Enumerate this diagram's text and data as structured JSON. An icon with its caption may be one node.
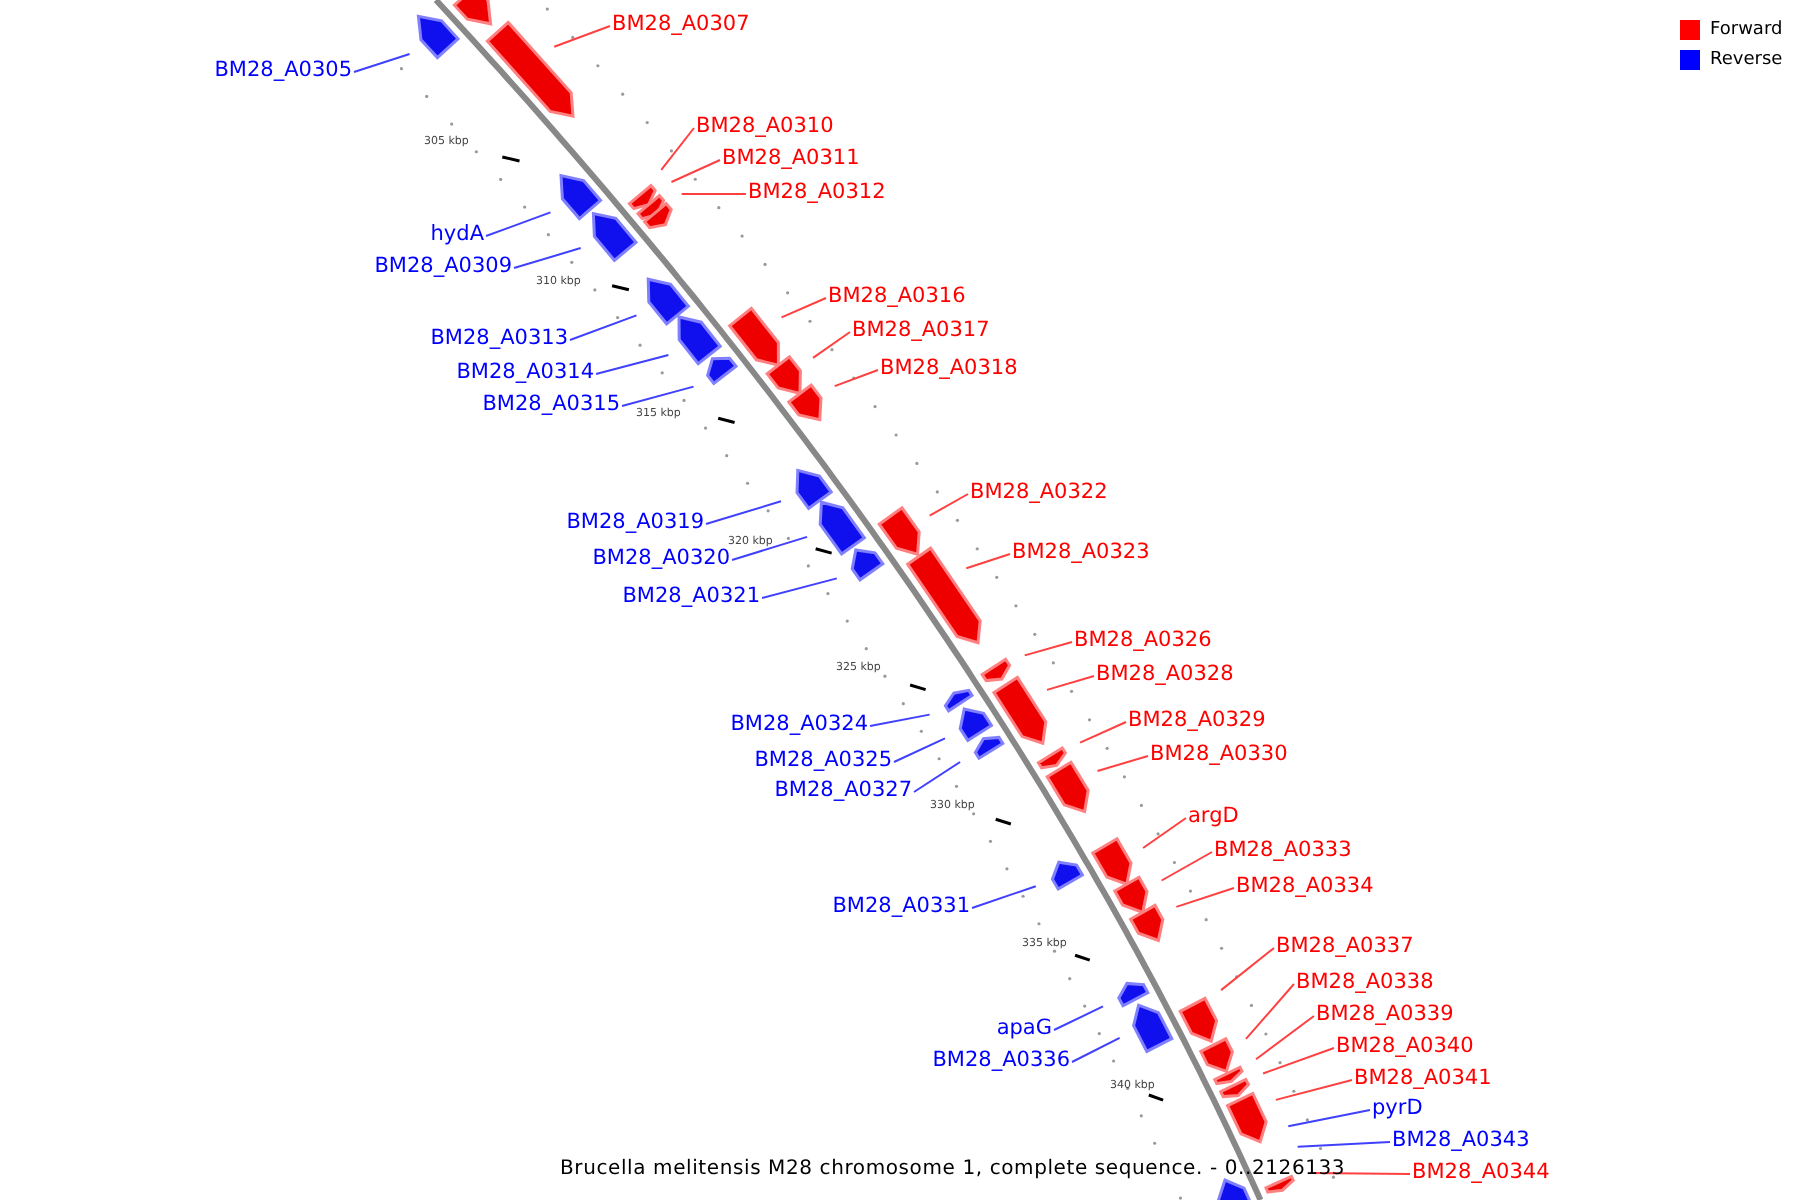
{
  "diagram": {
    "caption": "Brucella melitensis M28 chromosome 1, complete sequence. - 0..2126133",
    "nodes": [
      {
        "text": [
          "BM28_A0307"
        ]
      },
      {
        "text": [
          "BM28_A0305"
        ]
      },
      {
        "text": [
          "BM28_A0310"
        ]
      },
      {
        "text": [
          "BM28_A0311"
        ]
      },
      {
        "text": [
          "BM28_A0312"
        ]
      },
      {
        "text": [
          "hydA"
        ]
      },
      {
        "text": [
          "BM28_A0309"
        ]
      },
      {
        "text": [
          "BM28_A0316"
        ]
      },
      {
        "text": [
          "BM28_A0317"
        ]
      },
      {
        "text": [
          "BM28_A0313"
        ]
      },
      {
        "text": [
          "BM28_A0318"
        ]
      },
      {
        "text": [
          "BM28_A0314"
        ]
      },
      {
        "text": [
          "BM28_A0315"
        ]
      },
      {
        "text": [
          "BM28_A0322"
        ]
      },
      {
        "text": [
          "BM28_A0319"
        ]
      },
      {
        "text": [
          "BM28_A0323"
        ]
      },
      {
        "text": [
          "BM28_A0320"
        ]
      },
      {
        "text": [
          "BM28_A0321"
        ]
      },
      {
        "text": [
          "BM28_A0326"
        ]
      },
      {
        "text": [
          "BM28_A0328"
        ]
      },
      {
        "text": [
          "BM28_A0329"
        ]
      },
      {
        "text": [
          "BM28_A0324"
        ]
      },
      {
        "text": [
          "BM28_A0330"
        ]
      },
      {
        "text": [
          "BM28_A0325"
        ]
      },
      {
        "text": [
          "BM28_A0327"
        ]
      },
      {
        "text": [
          "argD"
        ]
      },
      {
        "text": [
          "BM28_A0333"
        ]
      },
      {
        "text": [
          "BM28_A0334"
        ]
      },
      {
        "text": [
          "BM28_A0331"
        ]
      },
      {
        "text": [
          "BM28_A0337"
        ]
      },
      {
        "text": [
          "BM28_A0338"
        ]
      },
      {
        "text": [
          "BM28_A0339"
        ]
      },
      {
        "text": [
          "apaG"
        ]
      },
      {
        "text": [
          "BM28_A0340"
        ]
      },
      {
        "text": [
          "BM28_A0336"
        ]
      },
      {
        "text": [
          "BM28_A0341"
        ]
      },
      {
        "text": [
          "pyrD"
        ]
      },
      {
        "text": [
          "BM28_A0343"
        ]
      },
      {
        "text": [
          "BM28_A0344"
        ]
      }
    ],
    "edges": [
      {
        "from": 0,
        "to": null,
        "arrow": "none"
      },
      {
        "from": 1,
        "to": null,
        "arrow": "none",
        "color": "#4040ff"
      },
      {
        "from": 2,
        "to": null,
        "arrow": "none"
      },
      {
        "from": 3,
        "to": null,
        "arrow": "none"
      },
      {
        "from": 4,
        "to": null,
        "arrow": "none"
      },
      {
        "from": 5,
        "to": null,
        "arrow": "none",
        "color": "#4040ff"
      },
      {
        "from": 6,
        "to": null,
        "arrow": "none",
        "color": "#4040ff"
      },
      {
        "from": 7,
        "to": null,
        "arrow": "none"
      },
      {
        "from": 8,
        "to": null,
        "arrow": "none"
      },
      {
        "from": 9,
        "to": null,
        "arrow": "none",
        "color": "#4040ff"
      },
      {
        "from": 10,
        "to": null,
        "arrow": "none"
      },
      {
        "from": 11,
        "to": null,
        "arrow": "none",
        "color": "#4040ff"
      },
      {
        "from": 12,
        "to": null,
        "arrow": "none",
        "color": "#4040ff"
      },
      {
        "from": 13,
        "to": null,
        "arrow": "none"
      },
      {
        "from": 14,
        "to": null,
        "arrow": "none",
        "color": "#4040ff"
      },
      {
        "from": 15,
        "to": null,
        "arrow": "none"
      },
      {
        "from": 16,
        "to": null,
        "arrow": "none",
        "color": "#4040ff"
      },
      {
        "from": 17,
        "to": null,
        "arrow": "none",
        "color": "#4040ff"
      },
      {
        "from": 18,
        "to": null,
        "arrow": "none"
      },
      {
        "from": 19,
        "to": null,
        "arrow": "none"
      },
      {
        "from": 20,
        "to": null,
        "arrow": "none"
      },
      {
        "from": 21,
        "to": null,
        "arrow": "none",
        "color": "#4040ff"
      },
      {
        "from": 22,
        "to": null,
        "arrow": "none"
      },
      {
        "from": 23,
        "to": null,
        "arrow": "none",
        "color": "#4040ff"
      },
      {
        "from": 24,
        "to": null,
        "arrow": "none",
        "color": "#4040ff"
      },
      {
        "from": 25,
        "to": null,
        "arrow": "none"
      },
      {
        "from": 26,
        "to": null,
        "arrow": "none"
      },
      {
        "from": 27,
        "to": null,
        "arrow": "none"
      },
      {
        "from": 28,
        "to": null,
        "arrow": "none",
        "color": "#4040ff"
      },
      {
        "from": 29,
        "to": null,
        "arrow": "none"
      },
      {
        "from": 30,
        "to": null,
        "arrow": "none"
      },
      {
        "from": 31,
        "to": null,
        "arrow": "none"
      },
      {
        "from": 32,
        "to": null,
        "arrow": "none",
        "color": "#4040ff"
      },
      {
        "from": 33,
        "to": null,
        "arrow": "none"
      },
      {
        "from": 34,
        "to": null,
        "arrow": "none",
        "color": "#4040ff"
      },
      {
        "from": 35,
        "to": null,
        "arrow": "none"
      },
      {
        "from": 36,
        "to": null,
        "arrow": "none",
        "color": "#4040ff"
      },
      {
        "from": 37,
        "to": null,
        "arrow": "none",
        "color": "#4040ff"
      },
      {
        "from": 38,
        "to": null,
        "arrow": "none"
      }
    ],
    "labels": [
      "305 kbp",
      "310 kbp",
      "315 kbp",
      "320 kbp",
      "325 kbp",
      "330 kbp",
      "335 kbp",
      "340 kbp"
    ],
    "legend": [
      {
        "text": "Forward",
        "color": "#ff0000"
      },
      {
        "text": "Reverse",
        "color": "#0000ff"
      }
    ]
  }
}
